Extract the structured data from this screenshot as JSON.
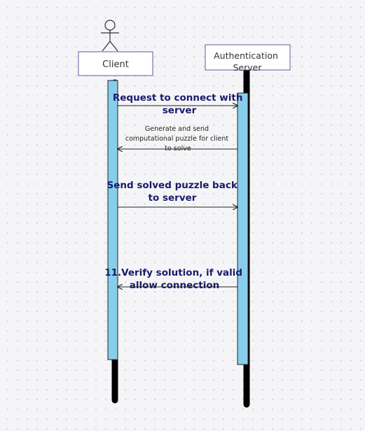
{
  "participants": [
    {
      "name": "Client",
      "kind": "actor"
    },
    {
      "name": "Authentication Server",
      "kind": "box"
    }
  ],
  "messages": [
    {
      "text_lines": [
        "Request to connect with",
        "server"
      ],
      "from": "Client",
      "to": "Authentication Server"
    },
    {
      "text_lines": [
        "Generate and send",
        "computational puzzle for client",
        "to solve"
      ],
      "from": "Authentication Server",
      "to": "Client"
    },
    {
      "text_lines": [
        "Send solved puzzle back",
        "to server"
      ],
      "from": "Client",
      "to": "Authentication Server"
    },
    {
      "text_lines": [
        "11.Verify solution, if valid",
        "allow connection"
      ],
      "from": "Authentication Server",
      "to": "Client"
    }
  ],
  "colors": {
    "activation_fill": "#87ceeb",
    "lifeline": "#000000",
    "message_text": "#1a1a6e",
    "box_border": "#5b5ba8"
  }
}
